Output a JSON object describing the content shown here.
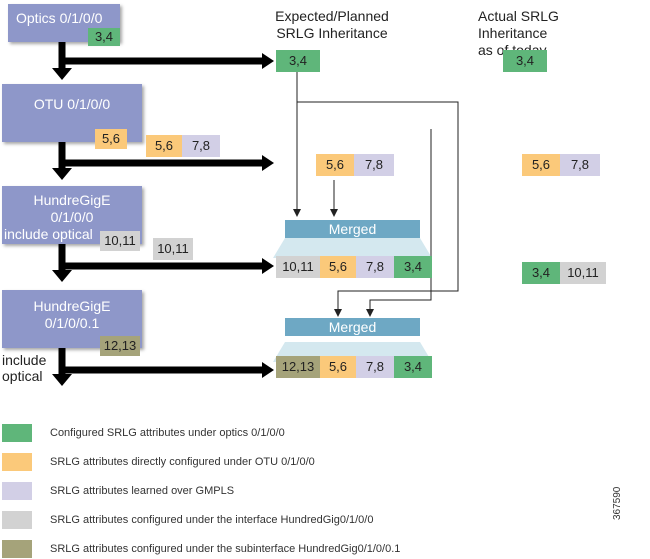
{
  "headers": {
    "expected": [
      "Expected/Planned",
      "SRLG Inheritance"
    ],
    "actual": [
      "Actual SRLG Inheritance",
      "as of today"
    ]
  },
  "interfaces": {
    "optics": {
      "label": "Optics 0/1/0/0",
      "chip": "3,4"
    },
    "otu": {
      "label": "OTU 0/1/0/0",
      "chip": "5,6",
      "flow_chips": [
        "5,6",
        "7,8"
      ]
    },
    "hundred": {
      "label": [
        "HundreGigE",
        "0/1/0/0"
      ],
      "sub_label": "include optical",
      "chip": "10,11",
      "flow_chip": "10,11"
    },
    "sub": {
      "label": [
        "HundreGigE",
        "0/1/0/0.1"
      ],
      "chip": "12,13",
      "side_label": [
        "include",
        "optical"
      ]
    }
  },
  "expected": {
    "row1": "3,4",
    "row2": [
      "5,6",
      "7,8"
    ],
    "merged1": {
      "label": "Merged",
      "chips": [
        "10,11",
        "5,6",
        "7,8",
        "3,4"
      ]
    },
    "merged2": {
      "label": "Merged",
      "chips": [
        "12,13",
        "5,6",
        "7,8",
        "3,4"
      ]
    }
  },
  "actual": {
    "row1": "3,4",
    "row2": [
      "5,6",
      "7,8"
    ],
    "row3": [
      "3,4",
      "10,11"
    ]
  },
  "legend": [
    {
      "color": "#5fb67a",
      "text": "Configured SRLG attributes under optics 0/1/0/0"
    },
    {
      "color": "#fbc97a",
      "text": "SRLG attributes directly configured under OTU 0/1/0/0"
    },
    {
      "color": "#d2cfe6",
      "text": "SRLG attributes learned over GMPLS"
    },
    {
      "color": "#d2d2d2",
      "text": "SRLG attributes configured under the interface HundredGig0/1/0/0"
    },
    {
      "color": "#a5a37a",
      "text": "SRLG attributes configured under the subinterface HundredGig0/1/0/0.1"
    }
  ],
  "figure_id": "367590"
}
